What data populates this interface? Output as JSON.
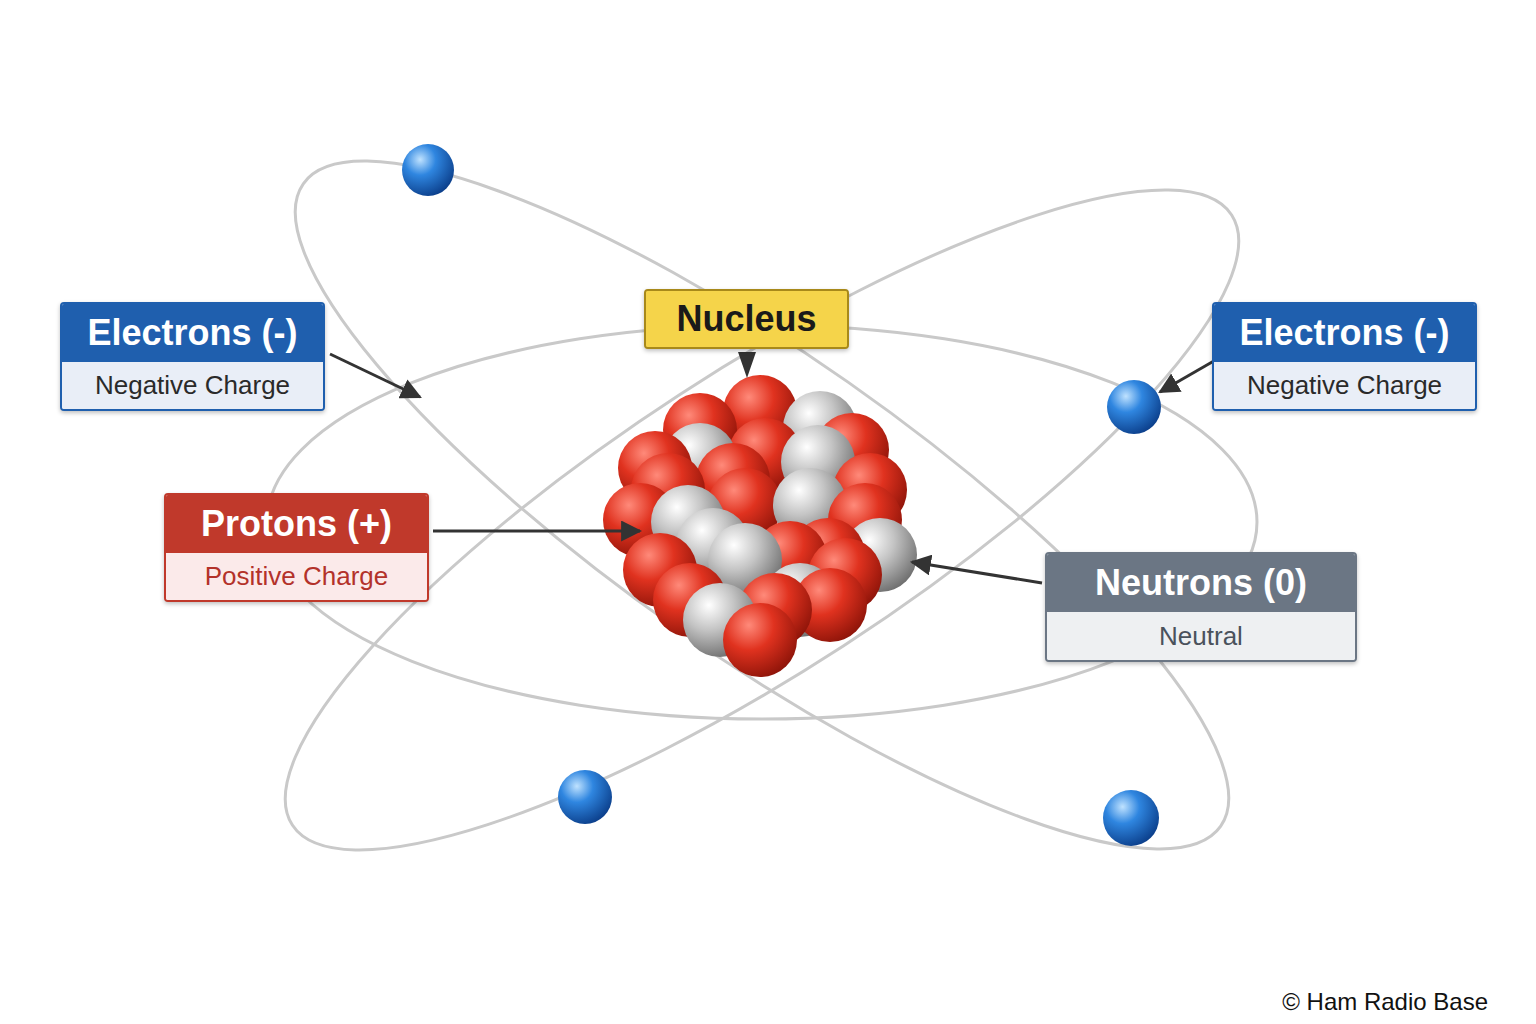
{
  "diagram": {
    "nodes": [
      {
        "text": [
          "Electrons (-)",
          "Negative Charge"
        ]
      },
      {
        "text": [
          "Nucleus"
        ]
      },
      {
        "text": [
          "Electrons (-)",
          "Negative Charge"
        ]
      },
      {
        "text": [
          "Protons (+)",
          "Positive Charge"
        ]
      },
      {
        "text": [
          "Neutrons (0)",
          "Neutral"
        ]
      }
    ],
    "labels": [
      "© Ham Radio Base"
    ]
  }
}
